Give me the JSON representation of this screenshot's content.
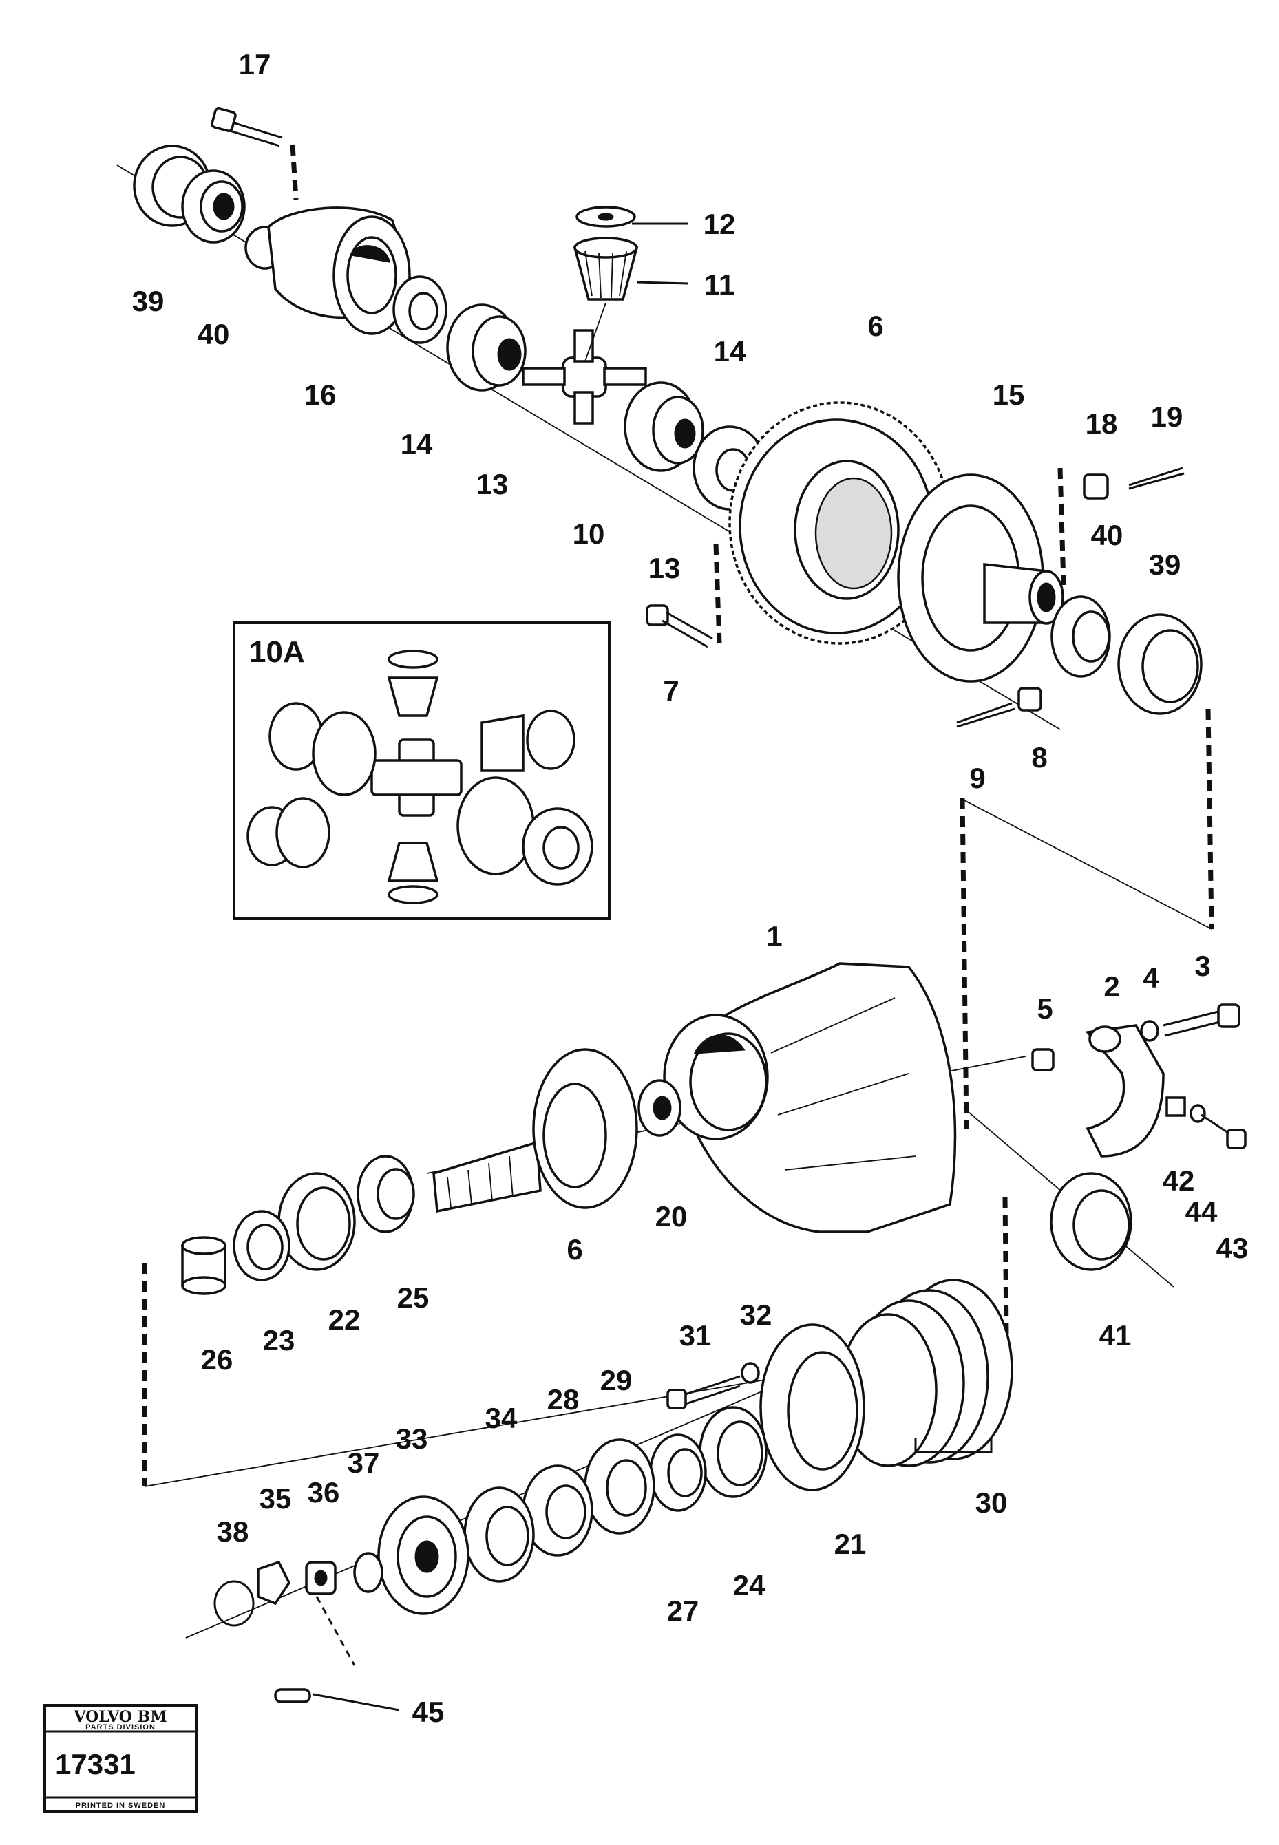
{
  "labels": {
    "p1": "1",
    "p2": "2",
    "p3": "3",
    "p4": "4",
    "p5": "5",
    "p6_top": "6",
    "p6_bottom": "6",
    "p7": "7",
    "p8": "8",
    "p9": "9",
    "p10": "10",
    "p11": "11",
    "p12": "12",
    "p13_left": "13",
    "p13_right": "13",
    "p14_left": "14",
    "p14_right": "14",
    "p15": "15",
    "p16": "16",
    "p17": "17",
    "p18": "18",
    "p19": "19",
    "p20": "20",
    "p21": "21",
    "p22": "22",
    "p23": "23",
    "p24": "24",
    "p25": "25",
    "p26": "26",
    "p27": "27",
    "p28": "28",
    "p29": "29",
    "p30": "30",
    "p31": "31",
    "p32": "32",
    "p33": "33",
    "p34": "34",
    "p35": "35",
    "p36": "36",
    "p37": "37",
    "p38": "38",
    "p39_left": "39",
    "p39_right": "39",
    "p40_left": "40",
    "p40_right": "40",
    "p41": "41",
    "p42": "42",
    "p43": "43",
    "p44": "44",
    "p45": "45"
  },
  "inset": {
    "title": "10A"
  },
  "badge": {
    "brand": "VOLVO BM",
    "division": "PARTS DIVISION",
    "number": "17331",
    "printed": "PRINTED IN SWEDEN"
  }
}
